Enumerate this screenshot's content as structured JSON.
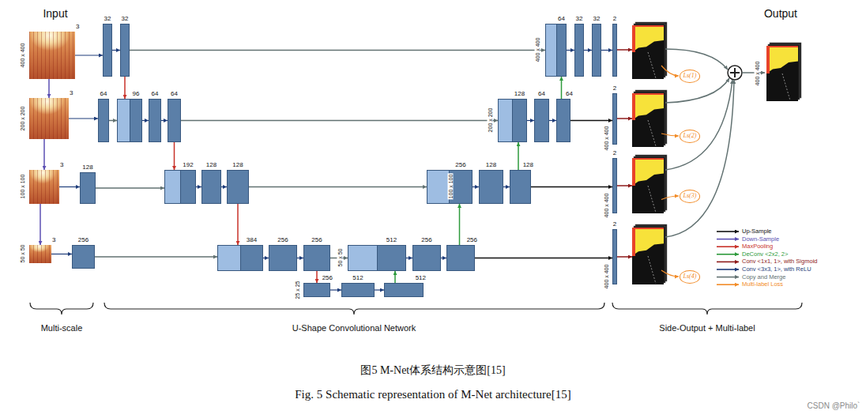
{
  "diagram": {
    "caption": "图5 M-Net体系结构示意图[15]",
    "nodes": [
      {
        "text": [
          "3"
        ]
      },
      {
        "text": [
          "32"
        ]
      },
      {
        "text": [
          "32"
        ]
      },
      {
        "text": [
          "64"
        ]
      },
      {
        "text": [
          "32"
        ]
      },
      {
        "text": [
          "32"
        ]
      },
      {
        "text": [
          "2"
        ]
      },
      {
        "text": [
          "3"
        ]
      },
      {
        "text": [
          "64"
        ]
      },
      {
        "text": [
          "96"
        ]
      },
      {
        "text": [
          "64"
        ]
      },
      {
        "text": [
          "64"
        ]
      },
      {
        "text": [
          "128"
        ]
      },
      {
        "text": [
          "64"
        ]
      },
      {
        "text": [
          "64"
        ]
      },
      {
        "text": [
          "2"
        ]
      },
      {
        "text": [
          "3"
        ]
      },
      {
        "text": [
          "128"
        ]
      },
      {
        "text": [
          "192"
        ]
      },
      {
        "text": [
          "128"
        ]
      },
      {
        "text": [
          "128"
        ]
      },
      {
        "text": [
          "256"
        ]
      },
      {
        "text": [
          "128"
        ]
      },
      {
        "text": [
          "128"
        ]
      },
      {
        "text": [
          "2"
        ]
      },
      {
        "text": [
          "3"
        ]
      },
      {
        "text": [
          "256"
        ]
      },
      {
        "text": [
          "384"
        ]
      },
      {
        "text": [
          "256"
        ]
      },
      {
        "text": [
          "256"
        ]
      },
      {
        "text": [
          "512"
        ]
      },
      {
        "text": [
          "256"
        ]
      },
      {
        "text": [
          "256"
        ]
      },
      {
        "text": [
          "2"
        ]
      },
      {
        "text": [
          "256"
        ]
      },
      {
        "text": [
          "512"
        ]
      },
      {
        "text": [
          "512"
        ]
      },
      {
        "text": [
          "Ls(1)"
        ]
      },
      {
        "text": [
          "Ls(2)"
        ]
      },
      {
        "text": [
          "Ls(3)"
        ]
      },
      {
        "text": [
          "Ls(4)"
        ]
      }
    ],
    "edges": [
      {
        "from": 0,
        "to": 1,
        "arrow": "to"
      },
      {
        "from": 1,
        "to": 2,
        "arrow": "to"
      },
      {
        "from": 3,
        "to": 4,
        "arrow": "to"
      },
      {
        "from": 4,
        "to": 5,
        "arrow": "to"
      },
      {
        "from": 5,
        "to": 6,
        "arrow": "to"
      },
      {
        "from": 7,
        "to": 8,
        "arrow": "to"
      },
      {
        "from": 9,
        "to": 10,
        "arrow": "to"
      },
      {
        "from": 10,
        "to": 11,
        "arrow": "to"
      },
      {
        "from": 12,
        "to": 13,
        "arrow": "to"
      },
      {
        "from": 13,
        "to": 14,
        "arrow": "to"
      },
      {
        "from": 16,
        "to": 17,
        "arrow": "to"
      },
      {
        "from": 18,
        "to": 19,
        "arrow": "to"
      },
      {
        "from": 19,
        "to": 20,
        "arrow": "to"
      },
      {
        "from": 21,
        "to": 22,
        "arrow": "to"
      },
      {
        "from": 22,
        "to": 23,
        "arrow": "to"
      },
      {
        "from": 25,
        "to": 26,
        "arrow": "to"
      },
      {
        "from": 27,
        "to": 28,
        "arrow": "to"
      },
      {
        "from": 28,
        "to": 29,
        "arrow": "to"
      },
      {
        "from": 30,
        "to": 31,
        "arrow": "to"
      },
      {
        "from": 31,
        "to": 32,
        "arrow": "to"
      },
      {
        "from": 34,
        "to": 35,
        "arrow": "to"
      },
      {
        "from": 35,
        "to": 36,
        "arrow": "to"
      },
      {
        "from": 2,
        "to": 3,
        "arrow": "to"
      },
      {
        "from": 8,
        "to": 9,
        "arrow": "to"
      },
      {
        "from": 11,
        "to": 12,
        "arrow": "to"
      },
      {
        "from": 17,
        "to": 18,
        "arrow": "to"
      },
      {
        "from": 20,
        "to": 21,
        "arrow": "to"
      },
      {
        "from": 26,
        "to": 27,
        "arrow": "to"
      },
      {
        "from": 29,
        "to": 30,
        "arrow": "to"
      },
      {
        "from": 2,
        "to": 9,
        "arrow": "to"
      },
      {
        "from": 11,
        "to": 18,
        "arrow": "to"
      },
      {
        "from": 20,
        "to": 27,
        "arrow": "to"
      },
      {
        "from": 29,
        "to": 34,
        "arrow": "to"
      },
      {
        "from": 0,
        "to": 7,
        "arrow": "to"
      },
      {
        "from": 7,
        "to": 16,
        "arrow": "to"
      },
      {
        "from": 16,
        "to": 25,
        "arrow": "to"
      },
      {
        "from": 14,
        "to": 3,
        "arrow": "to"
      },
      {
        "from": 23,
        "to": 12,
        "arrow": "to"
      },
      {
        "from": 32,
        "to": 21,
        "arrow": "to"
      },
      {
        "from": 36,
        "to": 30,
        "arrow": "to"
      },
      {
        "from": 14,
        "to": 15,
        "arrow": "to"
      },
      {
        "from": 23,
        "to": 24,
        "arrow": "to"
      },
      {
        "from": 32,
        "to": 33,
        "arrow": "to"
      }
    ],
    "labels": [
      "Input",
      "Output",
      "400 x 400",
      "200 x 200",
      "100 x 100",
      "50 x 50",
      "400 x 400",
      "200 x 200",
      "100 x 100",
      "50 x 50",
      "25 x 25",
      "400 x 400",
      "400 x 400",
      "400 x 400",
      "400 x 400",
      "Multi-scale",
      "U-Shape Convolutional Network",
      "Side-Output + Multi-label",
      "Fig. 5 Schematic representation of M-Net architecture[15]",
      "CSDN @Philo`"
    ],
    "legend": [
      {
        "text": "Up-Sample",
        "color": "#111111"
      },
      {
        "text": "Down-Sample",
        "color": "#5b4fb3"
      },
      {
        "text": "MaxPooling",
        "color": "#c8322a"
      },
      {
        "text": "DeConv <2x2, 2>",
        "color": "#2e9a3c"
      },
      {
        "text": "Conv <1x1, 1>, with Sigmoid",
        "color": "#8e1b1b"
      },
      {
        "text": "Conv <3x3, 1>, with ReLU",
        "color": "#1f3d7a"
      },
      {
        "text": "Copy and Merge",
        "color": "#627272"
      },
      {
        "text": "Multi-label Loss",
        "color": "#f28c28"
      }
    ]
  }
}
